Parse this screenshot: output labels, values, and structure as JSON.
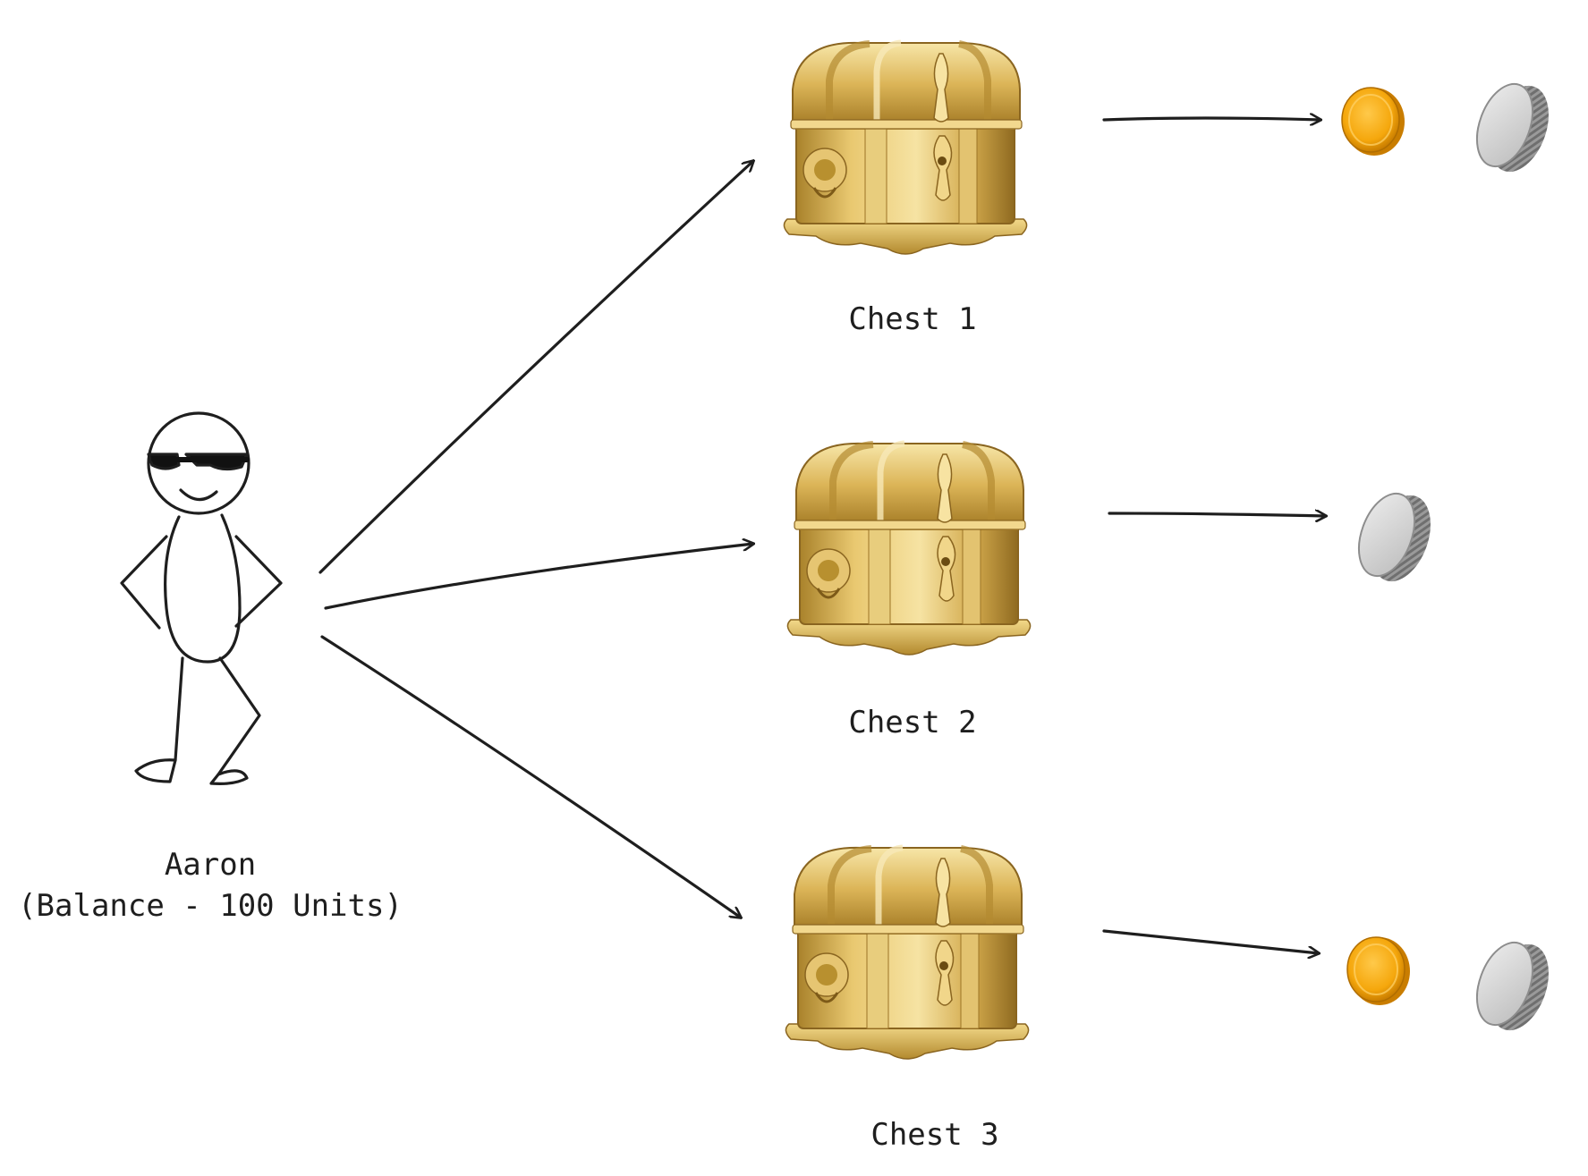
{
  "person": {
    "name": "Aaron",
    "balance_text": "(Balance - 100 Units)"
  },
  "chests": [
    {
      "label": "Chest 1",
      "rewards": [
        "gold-coin",
        "silver-coin"
      ]
    },
    {
      "label": "Chest 2",
      "rewards": [
        "silver-coin"
      ]
    },
    {
      "label": "Chest 3",
      "rewards": [
        "gold-coin",
        "silver-coin"
      ]
    }
  ],
  "colors": {
    "ink": "#1e1e1e",
    "gold": "#d9b24a",
    "coin_gold": "#f5a70c",
    "coin_silver": "#c8c8c8"
  }
}
